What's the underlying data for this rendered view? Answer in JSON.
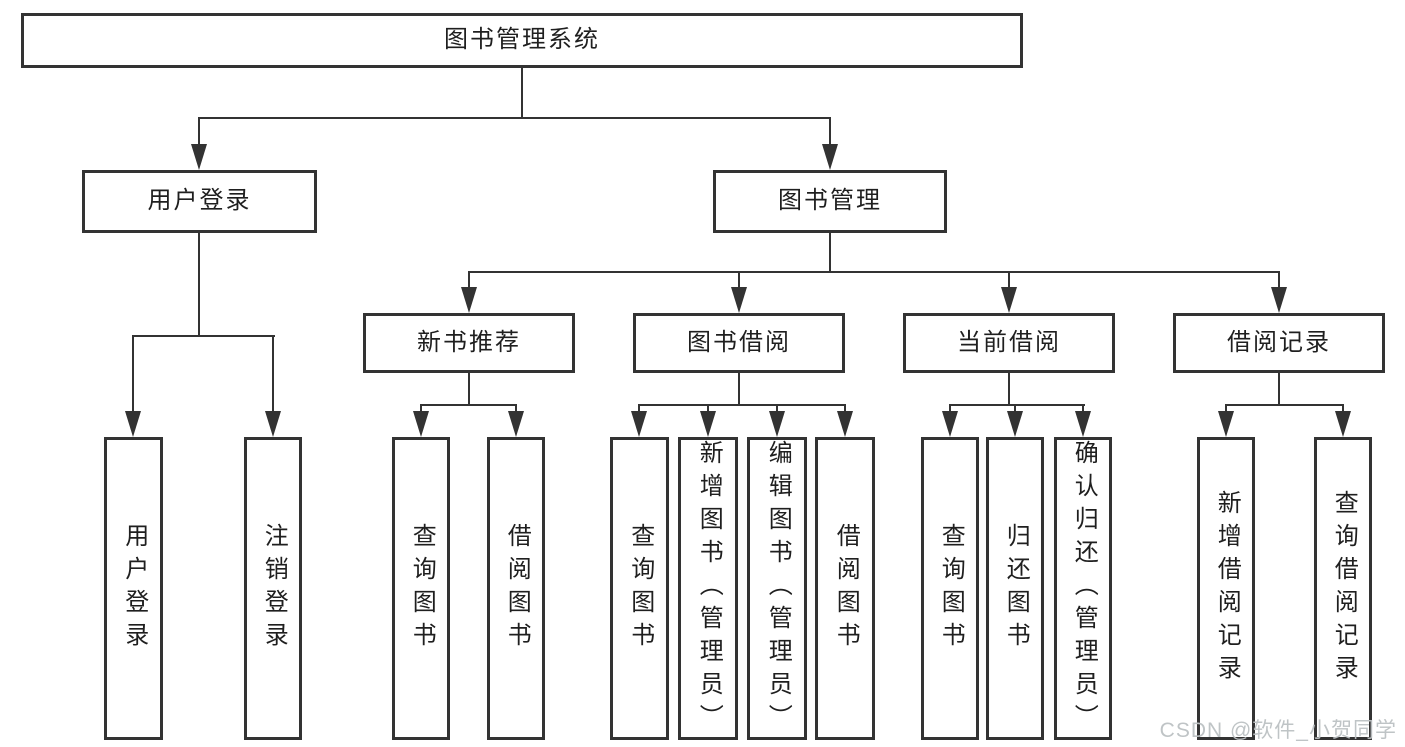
{
  "tree": {
    "root": {
      "label": "图书管理系统"
    },
    "branches": [
      {
        "label": "用户登录",
        "children": [
          {
            "label": "用户登录"
          },
          {
            "label": "注销登录"
          }
        ]
      },
      {
        "label": "图书管理",
        "children": [
          {
            "label": "新书推荐",
            "children": [
              {
                "label": "查询图书"
              },
              {
                "label": "借阅图书"
              }
            ]
          },
          {
            "label": "图书借阅",
            "children": [
              {
                "label": "查询图书"
              },
              {
                "label": "新增图书（管理员）"
              },
              {
                "label": "编辑图书（管理员）"
              },
              {
                "label": "借阅图书"
              }
            ]
          },
          {
            "label": "当前借阅",
            "children": [
              {
                "label": "查询图书"
              },
              {
                "label": "归还图书"
              },
              {
                "label": "确认归还（管理员）"
              }
            ]
          },
          {
            "label": "借阅记录",
            "children": [
              {
                "label": "新增借阅记录"
              },
              {
                "label": "查询借阅记录"
              }
            ]
          }
        ]
      }
    ]
  },
  "watermark": {
    "text": "CSDN @软件_小贺同学"
  },
  "colors": {
    "line": "#333333",
    "box_border": "#333333",
    "text": "#1f1f1f",
    "watermark": "#bcc1c3",
    "background": "#ffffff"
  }
}
